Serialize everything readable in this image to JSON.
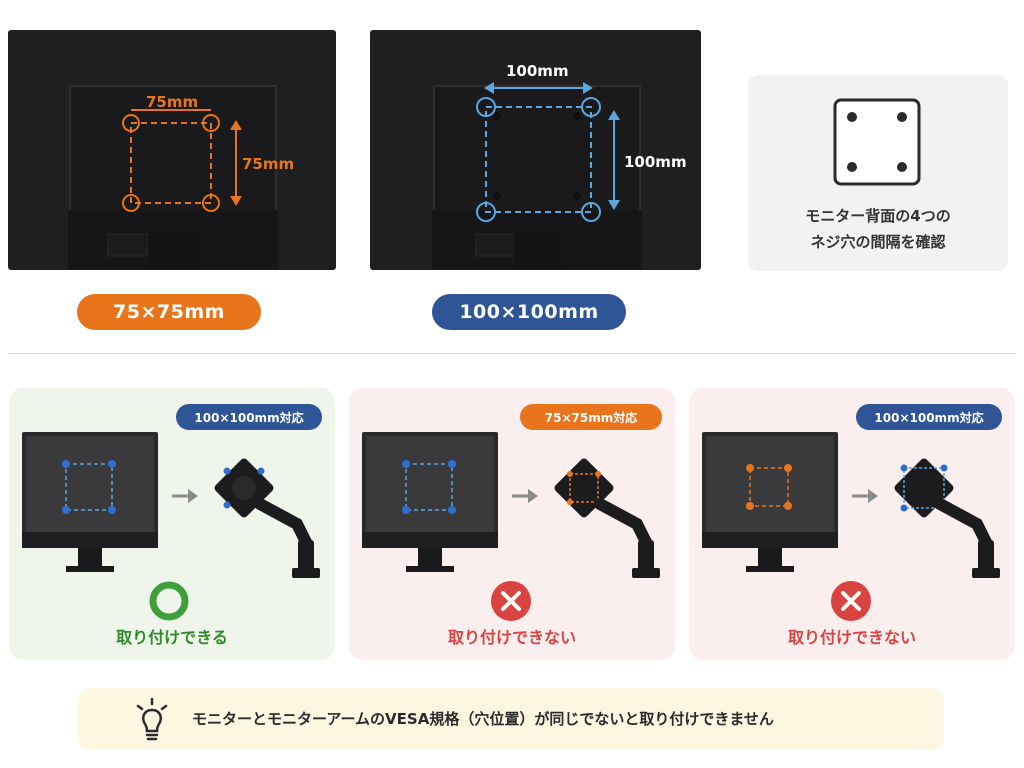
{
  "top": {
    "left": {
      "dim_h": "75mm",
      "dim_v": "75mm",
      "pill": "75×75mm"
    },
    "middle": {
      "dim_h": "100mm",
      "dim_v": "100mm",
      "pill": "100×100mm"
    },
    "info": {
      "line1": "モニター背面の4つの",
      "line2": "ネジ穴の間隔を確認"
    }
  },
  "bottom": {
    "panels": [
      {
        "badge": "100×100mm対応",
        "result": "取り付けできる"
      },
      {
        "badge": "75×75mm対応",
        "result": "取り付けできない"
      },
      {
        "badge": "100×100mm対応",
        "result": "取り付けできない"
      }
    ]
  },
  "tip": {
    "text": "モニターとモニターアームのVESA規格（穴位置）が同じでないと取り付けできません"
  },
  "colors": {
    "orange": "#e8751c",
    "blue": "#3d78c6",
    "navy": "#2f5597",
    "green": "#2e8b2a",
    "green_ring": "#3ea03a",
    "red": "#d94440",
    "monitor": "#1f1f21",
    "panel_green": "#f0f5ec",
    "panel_pink": "#fbeeee",
    "tip_bg": "#fdf6e1"
  },
  "icons": [
    "lightbulb-icon",
    "arrow-right-icon",
    "check-circle-icon",
    "x-circle-icon",
    "vesa-holes-icon"
  ]
}
